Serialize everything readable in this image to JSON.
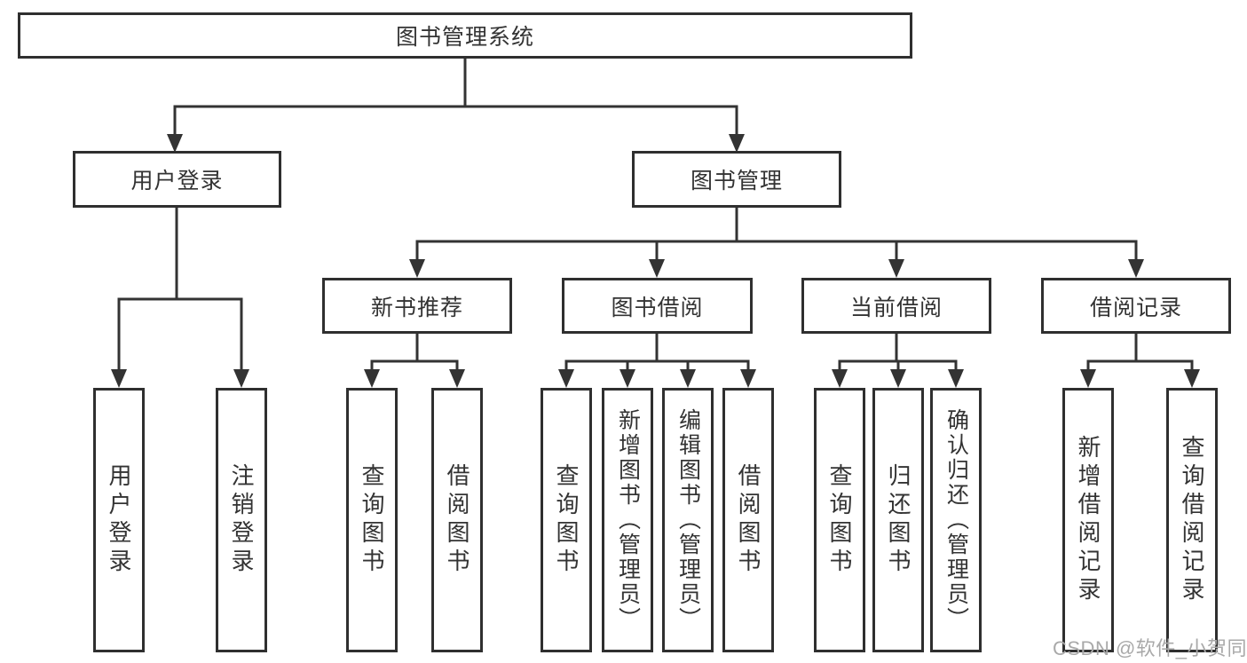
{
  "diagram_type": "tree",
  "colors": {
    "background": "#ffffff",
    "line": "#333333",
    "box_border": "#2f2f2f",
    "box_fill": "#ffffff",
    "text": "#333333",
    "watermark": "#a9a9a9"
  },
  "tree": {
    "label": "图书管理系统",
    "children": [
      {
        "label": "用户登录",
        "children": [
          {
            "label": "用户登录"
          },
          {
            "label": "注销登录"
          }
        ]
      },
      {
        "label": "图书管理",
        "children": [
          {
            "label": "新书推荐",
            "children": [
              {
                "label": "查询图书"
              },
              {
                "label": "借阅图书"
              }
            ]
          },
          {
            "label": "图书借阅",
            "children": [
              {
                "label": "查询图书"
              },
              {
                "label": "新增图书（管理员）"
              },
              {
                "label": "编辑图书（管理员）"
              },
              {
                "label": "借阅图书"
              }
            ]
          },
          {
            "label": "当前借阅",
            "children": [
              {
                "label": "查询图书"
              },
              {
                "label": "归还图书"
              },
              {
                "label": "确认归还（管理员）"
              }
            ]
          },
          {
            "label": "借阅记录",
            "children": [
              {
                "label": "新增借阅记录"
              },
              {
                "label": "查询借阅记录"
              }
            ]
          }
        ]
      }
    ]
  },
  "watermark": {
    "text": "CSDN @软件_小贺同学"
  }
}
